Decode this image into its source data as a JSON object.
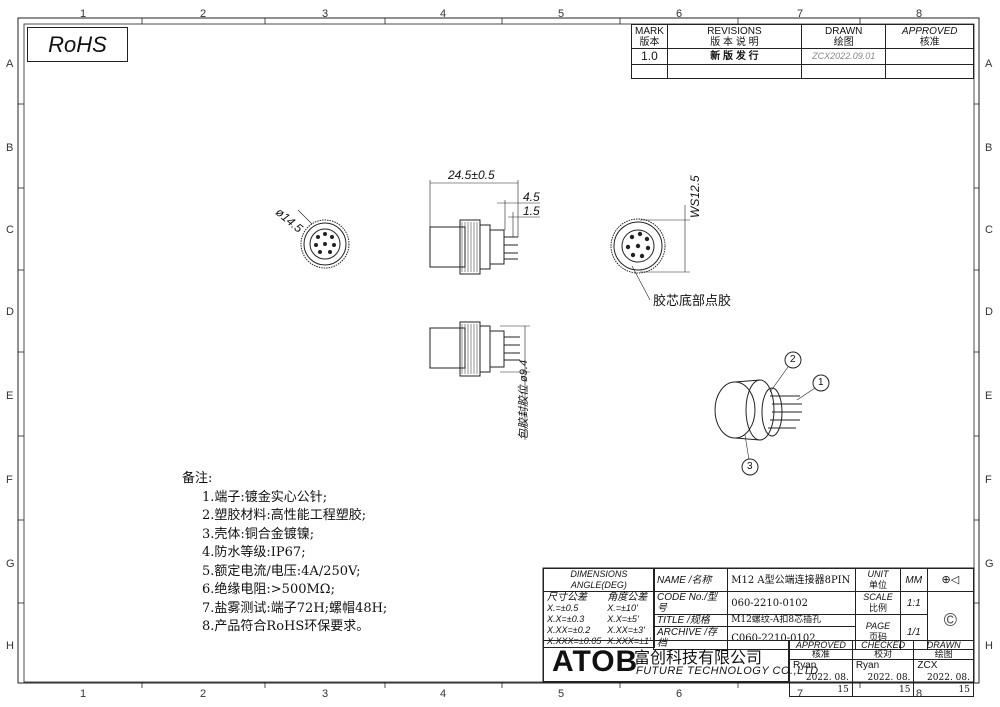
{
  "zones": {
    "columns": [
      "1",
      "2",
      "3",
      "4",
      "5",
      "6",
      "7",
      "8"
    ],
    "rows": [
      "A",
      "B",
      "C",
      "D",
      "E",
      "F",
      "G",
      "H"
    ]
  },
  "rohs": "RoHS",
  "revisions": {
    "mark_en": "MARK",
    "mark_cn": "版本",
    "rev_en": "REVISIONS",
    "rev_cn": "版 本 说 明",
    "drawn_en": "DRAWN",
    "drawn_cn": "绘图",
    "approved_en": "APPROVED",
    "approved_cn": "核准",
    "row_mark": "1.0",
    "row_desc": "新 版 发 行",
    "row_drawn": "ZCX2022.09.01"
  },
  "dimensions": {
    "dia_front": "ø14.5",
    "length": "24.5±0.5",
    "d45": "4.5",
    "d15": "1.5",
    "ws": "WS12.5",
    "seal": "包胶封胶位 ø9.4",
    "glue_note": "胶芯底部点胶"
  },
  "callouts": [
    "1",
    "2",
    "3"
  ],
  "notes": {
    "heading": "备注:",
    "items": [
      "1.端子:镀金实心公针;",
      "2.塑胶材料:高性能工程塑胶;",
      "3.壳体:铜合金镀镍;",
      "4.防水等级:IP67;",
      "5.额定电流/电压:4A/250V;",
      "6.绝缘电阻:>500MΩ;",
      "7.盐雾测试:端子72H;螺帽48H;",
      "8.产品符合RoHS环保要求。"
    ]
  },
  "tolerance": {
    "header": "DIMENSIONS ANGLE(DEG)",
    "size_label": "尺寸公差",
    "angle_label": "角度公差",
    "rows": [
      [
        "X.=±0.5",
        "X.=±10'"
      ],
      [
        "X.X=±0.3",
        "X.X=±5'"
      ],
      [
        "X.XX=±0.2",
        "X.XX=±3'"
      ],
      [
        "X.XXX=±0.05",
        "X.XXX=±1'"
      ]
    ]
  },
  "titleblock": {
    "name_label": "NAME  /名称",
    "name_value": "M12 A型公端连接器8PIN",
    "code_label": "CODE No./型号",
    "code_value": "060-2210-0102",
    "title_label": "TITLE  /规格",
    "title_value": "M12螺纹-A扣8芯插孔",
    "archive_label": "ARCHIVE /存档",
    "archive_value": "C060-2210-0102",
    "unit_label_en": "UNIT",
    "unit_label_cn": "单位",
    "unit_value": "MM",
    "scale_label_en": "SCALE",
    "scale_label_cn": "比例",
    "scale_value": "1:1",
    "page_label_en": "PAGE",
    "page_label_cn": "页码",
    "page_value": "1/1",
    "company_logo": "ATOB",
    "company_cn": "富创科技有限公司",
    "company_en": "FUTURE TECHNOLOGY CO.,LTD",
    "approved_en": "APPROVED",
    "approved_cn": "核准",
    "approved_name": "Ryan",
    "approved_date": "2022. 08. 15",
    "checked_en": "CHECKED",
    "checked_cn": "校对",
    "checked_name": "Ryan",
    "checked_date": "2022. 08. 15",
    "drawn_en": "DRAWN",
    "drawn_cn": "绘图",
    "drawn_name": "ZCX",
    "drawn_date": "2022. 08. 15"
  }
}
